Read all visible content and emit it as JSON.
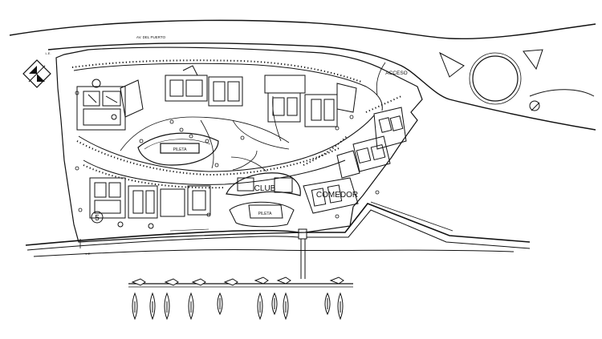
{
  "labels": {
    "road": "AV. DEL PUERTO",
    "access": "ACCESO",
    "pool_upper": "PILETA",
    "pool_lower": "PILETA",
    "club": "CLUB",
    "dining": "COMEDOR",
    "sector": "5",
    "le_top": "L.E.",
    "le_bottom": "L.E."
  },
  "icons": [
    "north-arrow-icon",
    "boat-icon"
  ]
}
